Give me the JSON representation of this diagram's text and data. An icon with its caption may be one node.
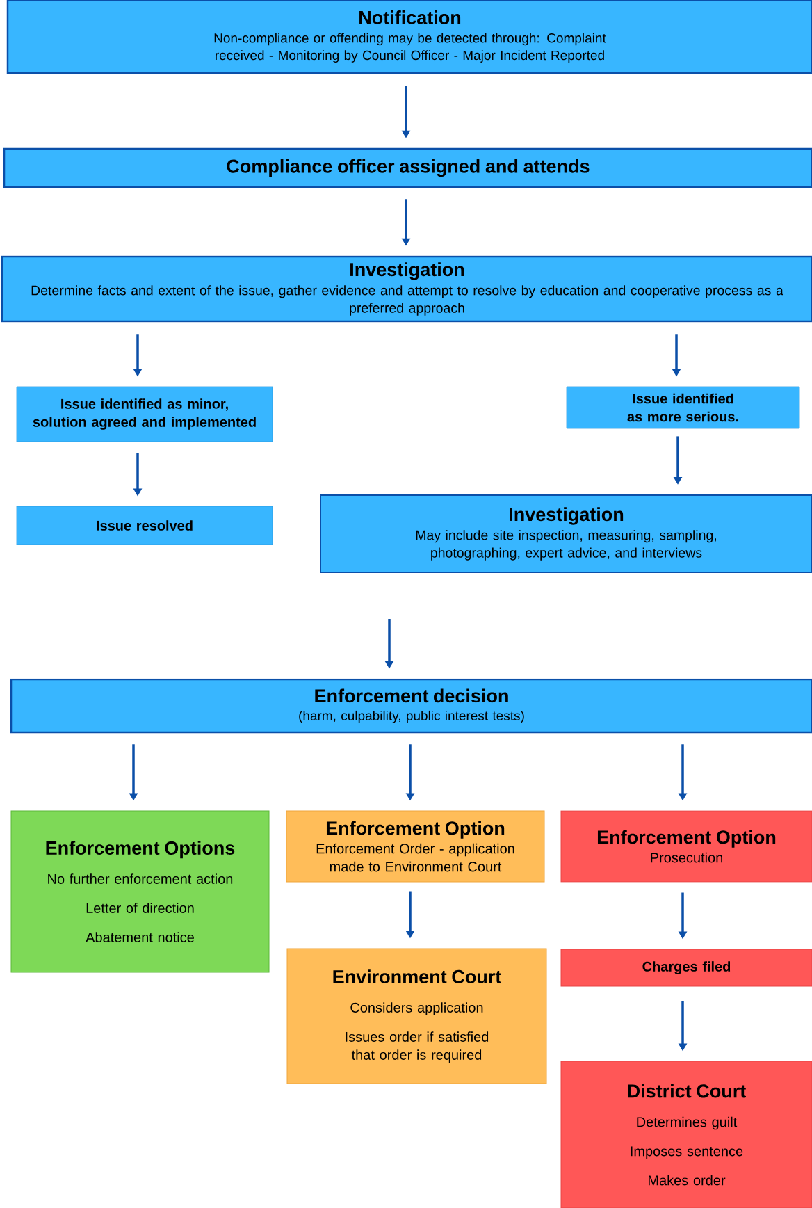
{
  "diagram": {
    "nodes": [
      {
        "text": [
          "Notification",
          "Non-compliance or offending may be detected through: Complaint received - Monitoring by Council Officer - Major Incident Reported"
        ]
      },
      {
        "text": [
          "Compliance officer assigned and attends"
        ]
      },
      {
        "text": [
          "Investigation",
          "Determine facts and extent of the issue, gather evidence and attempt to resolve by education and cooperative process as a preferred approach"
        ]
      },
      {
        "text": [
          "Issue identified as minor, solution agreed and implemented"
        ]
      },
      {
        "text": [
          "Issue identified as more serious."
        ]
      },
      {
        "text": [
          "Issue resolved"
        ]
      },
      {
        "text": [
          "Investigation",
          "May include site inspection, measuring, sampling, photographing, expert advice, and interviews"
        ]
      },
      {
        "text": [
          "Enforcement decision",
          "(harm, culpability, public interest tests)"
        ]
      },
      {
        "text": [
          "Enforcement Options",
          "No further enforcement action",
          "Letter of direction",
          "Abatement notice"
        ]
      },
      {
        "text": [
          "Enforcement Option",
          "Enforcement Order - application made to Environment Court"
        ]
      },
      {
        "text": [
          "Enforcement Option",
          "Prosecution"
        ]
      },
      {
        "text": [
          "Environment Court",
          "Considers application",
          "Issues order if satisfied that order is required"
        ]
      },
      {
        "text": [
          "Charges filed"
        ]
      },
      {
        "text": [
          "District Court",
          "Determines guilt",
          "Imposes sentence",
          "Makes order"
        ]
      }
    ],
    "edges": [
      {
        "from": 0,
        "to": 1,
        "arrow": "to"
      },
      {
        "from": 1,
        "to": 2,
        "arrow": "to"
      },
      {
        "from": 2,
        "to": 3,
        "arrow": "to"
      },
      {
        "from": 2,
        "to": 4,
        "arrow": "to"
      },
      {
        "from": 3,
        "to": 5,
        "arrow": "to"
      },
      {
        "from": 4,
        "to": 6,
        "arrow": "to"
      },
      {
        "from": 6,
        "to": 7,
        "arrow": "to"
      },
      {
        "from": 7,
        "to": 8,
        "arrow": "to"
      },
      {
        "from": 7,
        "to": 9,
        "arrow": "to"
      },
      {
        "from": 7,
        "to": 10,
        "arrow": "to"
      },
      {
        "from": 9,
        "to": 11,
        "arrow": "to"
      },
      {
        "from": 10,
        "to": 12,
        "arrow": "to"
      },
      {
        "from": 12,
        "to": 13,
        "arrow": "to"
      }
    ]
  }
}
